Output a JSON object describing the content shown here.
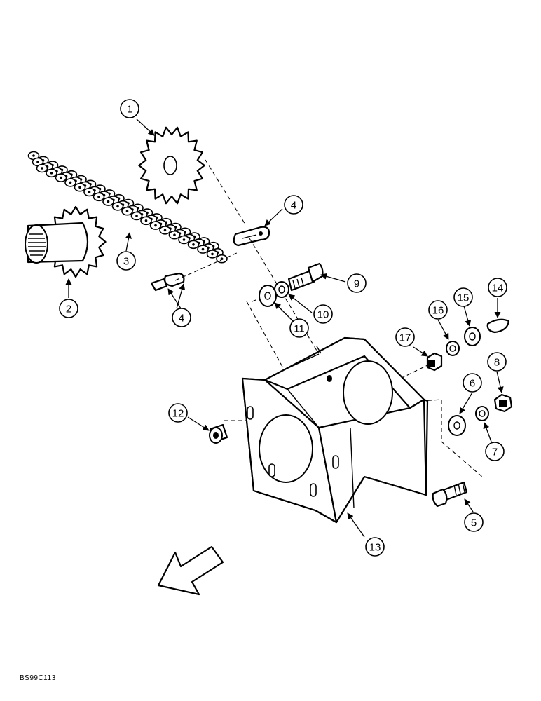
{
  "figure_code": "BS99C113",
  "callouts": [
    "1",
    "2",
    "3",
    "4",
    "4",
    "5",
    "6",
    "7",
    "8",
    "9",
    "10",
    "11",
    "12",
    "13",
    "14",
    "15",
    "16",
    "17"
  ]
}
